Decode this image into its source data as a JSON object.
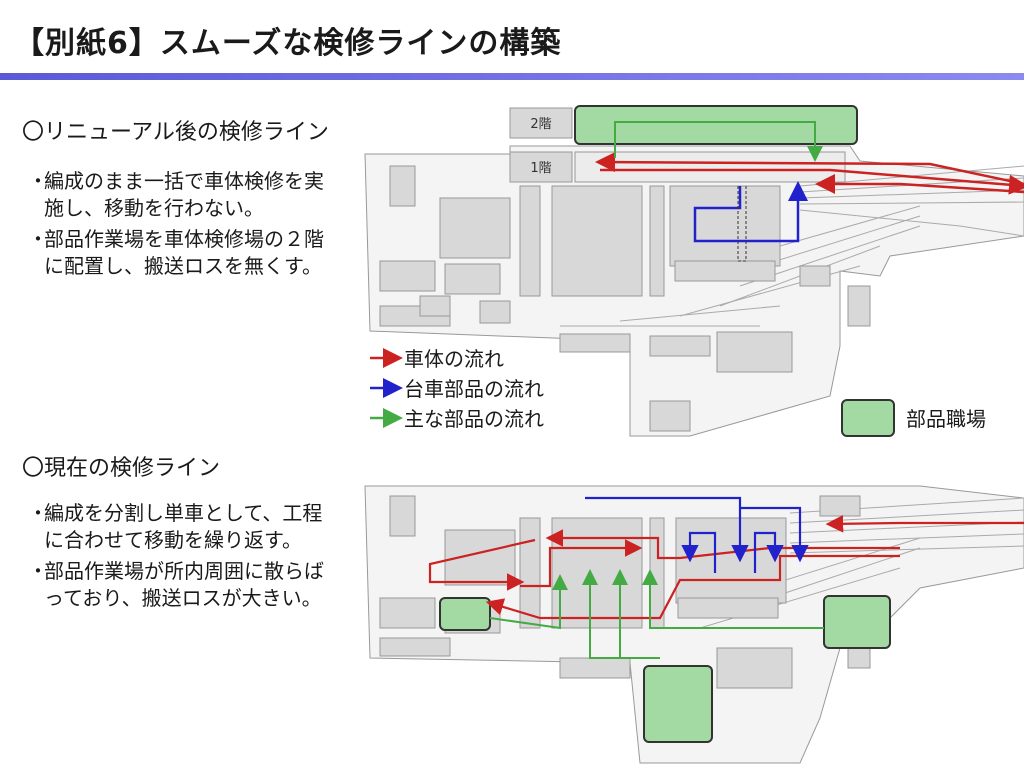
{
  "title": "【別紙6】スムーズな検修ラインの構築",
  "renewal": {
    "heading": "〇リニューアル後の検修ライン",
    "bullets": [
      "編成のまま一括で車体検修を実施し、移動を行わない。",
      "部品作業場を車体検修場の２階に配置し、搬送ロスを無くす。"
    ],
    "floor_2": "2階",
    "floor_1": "1階"
  },
  "current": {
    "heading": "〇現在の検修ライン",
    "bullets": [
      "編成を分割し単車として、工程に合わせて移動を繰り返す。",
      "部品作業場が所内周囲に散らばっており、搬送ロスが大きい。"
    ]
  },
  "legend": {
    "body_flow": "車体の流れ",
    "bogie_flow": "台車部品の流れ",
    "parts_flow": "主な部品の流れ",
    "parts_shop": "部品職場"
  },
  "colors": {
    "red": "#cc2222",
    "blue": "#2222cc",
    "green": "#44aa44",
    "shop_fill": "#a3d9a3",
    "title_bar": "#5a5ad8",
    "building": "#d8d8d8"
  }
}
